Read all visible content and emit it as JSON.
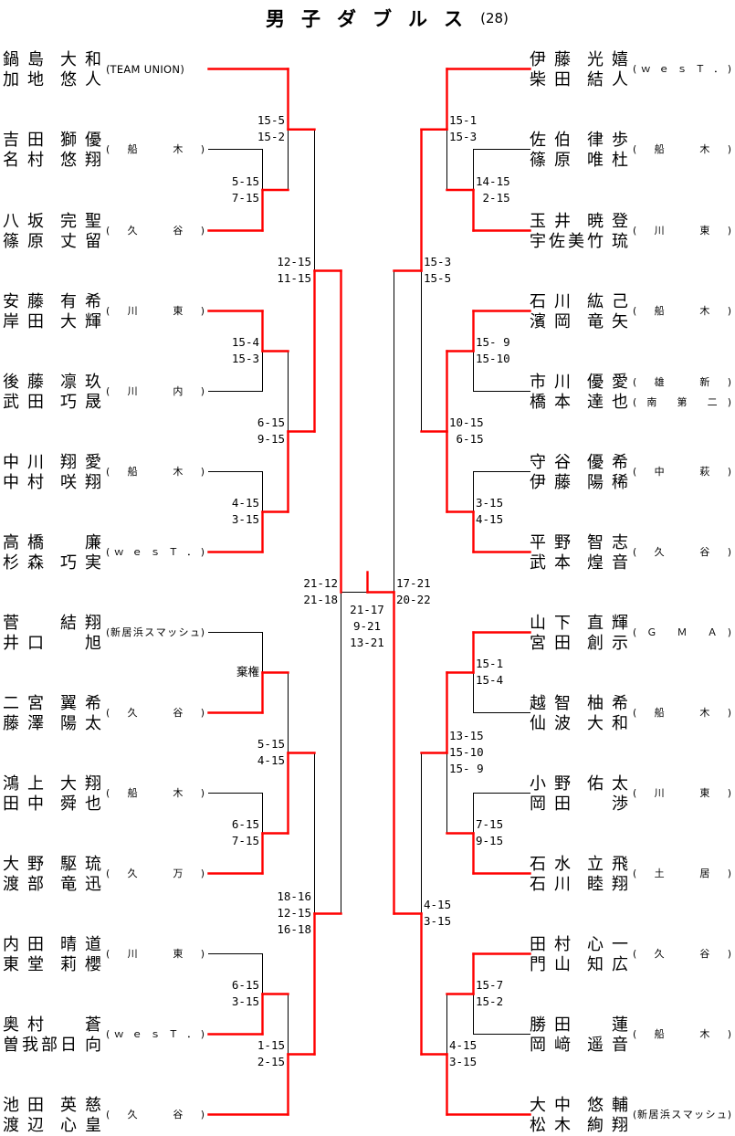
{
  "title": {
    "main": "男子ダブルス",
    "count": "(28)"
  },
  "colors": {
    "winner_line": "#ff0000",
    "line": "#000000"
  },
  "left_teams": [
    {
      "players": [
        {
          "family": "鍋島",
          "given": "大和"
        },
        {
          "family": "加地",
          "given": "悠人"
        }
      ],
      "affiliation": [
        "TEAM UNION"
      ]
    },
    {
      "players": [
        {
          "family": "吉田",
          "given": "獅優"
        },
        {
          "family": "名村",
          "given": "悠翔"
        }
      ],
      "affiliation": [
        "船木"
      ]
    },
    {
      "players": [
        {
          "family": "八坂",
          "given": "完聖"
        },
        {
          "family": "篠原",
          "given": "丈留"
        }
      ],
      "affiliation": [
        "久谷"
      ]
    },
    {
      "players": [
        {
          "family": "安藤",
          "given": "有希"
        },
        {
          "family": "岸田",
          "given": "大輝"
        }
      ],
      "affiliation": [
        "川東"
      ]
    },
    {
      "players": [
        {
          "family": "後藤",
          "given": "凛玖"
        },
        {
          "family": "武田",
          "given": "巧晟"
        }
      ],
      "affiliation": [
        "川内"
      ]
    },
    {
      "players": [
        {
          "family": "中川",
          "given": "翔愛"
        },
        {
          "family": "中村",
          "given": "咲翔"
        }
      ],
      "affiliation": [
        "船木"
      ]
    },
    {
      "players": [
        {
          "family": "高橋",
          "given": "廉"
        },
        {
          "family": "杉森",
          "given": "巧実"
        }
      ],
      "affiliation": [
        "ｗｅｓＴ．"
      ]
    },
    {
      "players": [
        {
          "family": "菅",
          "given": "結翔"
        },
        {
          "family": "井口",
          "given": "旭"
        }
      ],
      "affiliation": [
        "新居浜スマッシュ"
      ]
    },
    {
      "players": [
        {
          "family": "二宮",
          "given": "翼希"
        },
        {
          "family": "藤澤",
          "given": "陽太"
        }
      ],
      "affiliation": [
        "久谷"
      ]
    },
    {
      "players": [
        {
          "family": "鴻上",
          "given": "大翔"
        },
        {
          "family": "田中",
          "given": "舜也"
        }
      ],
      "affiliation": [
        "船木"
      ]
    },
    {
      "players": [
        {
          "family": "大野",
          "given": "駆琉"
        },
        {
          "family": "渡部",
          "given": "竜迅"
        }
      ],
      "affiliation": [
        "久万"
      ]
    },
    {
      "players": [
        {
          "family": "内田",
          "given": "晴道"
        },
        {
          "family": "東堂",
          "given": "莉櫻"
        }
      ],
      "affiliation": [
        "川東"
      ]
    },
    {
      "players": [
        {
          "family": "奥村",
          "given": "蒼"
        },
        {
          "family": "曽我部",
          "given": "日向"
        }
      ],
      "affiliation": [
        "ｗｅｓＴ．"
      ]
    },
    {
      "players": [
        {
          "family": "池田",
          "given": "英慈"
        },
        {
          "family": "渡辺",
          "given": "心皇"
        }
      ],
      "affiliation": [
        "久谷"
      ]
    }
  ],
  "right_teams": [
    {
      "players": [
        {
          "family": "伊藤",
          "given": "光嬉"
        },
        {
          "family": "柴田",
          "given": "結人"
        }
      ],
      "affiliation": [
        "ｗｅｓＴ．"
      ]
    },
    {
      "players": [
        {
          "family": "佐伯",
          "given": "律歩"
        },
        {
          "family": "篠原",
          "given": "唯杜"
        }
      ],
      "affiliation": [
        "船木"
      ]
    },
    {
      "players": [
        {
          "family": "玉井",
          "given": "暁登"
        },
        {
          "family": "宇佐美",
          "given": "竹琉"
        }
      ],
      "affiliation": [
        "川東"
      ]
    },
    {
      "players": [
        {
          "family": "石川",
          "given": "紘己"
        },
        {
          "family": "濱岡",
          "given": "竜矢"
        }
      ],
      "affiliation": [
        "船木"
      ]
    },
    {
      "players": [
        {
          "family": "市川",
          "given": "優愛"
        },
        {
          "family": "橋本",
          "given": "達也"
        }
      ],
      "affiliation": [
        "雄新",
        "南第二"
      ]
    },
    {
      "players": [
        {
          "family": "守谷",
          "given": "優希"
        },
        {
          "family": "伊藤",
          "given": "陽稀"
        }
      ],
      "affiliation": [
        "中萩"
      ]
    },
    {
      "players": [
        {
          "family": "平野",
          "given": "智志"
        },
        {
          "family": "武本",
          "given": "煌音"
        }
      ],
      "affiliation": [
        "久谷"
      ]
    },
    {
      "players": [
        {
          "family": "山下",
          "given": "直輝"
        },
        {
          "family": "宮田",
          "given": "創示"
        }
      ],
      "affiliation": [
        "ＧＭＡ"
      ]
    },
    {
      "players": [
        {
          "family": "越智",
          "given": "柚希"
        },
        {
          "family": "仙波",
          "given": "大和"
        }
      ],
      "affiliation": [
        "船木"
      ]
    },
    {
      "players": [
        {
          "family": "小野",
          "given": "佑太"
        },
        {
          "family": "岡田",
          "given": "渉"
        }
      ],
      "affiliation": [
        "川東"
      ]
    },
    {
      "players": [
        {
          "family": "石水",
          "given": "立飛"
        },
        {
          "family": "石川",
          "given": "睦翔"
        }
      ],
      "affiliation": [
        "土居"
      ]
    },
    {
      "players": [
        {
          "family": "田村",
          "given": "心一"
        },
        {
          "family": "門山",
          "given": "知広"
        }
      ],
      "affiliation": [
        "久谷"
      ]
    },
    {
      "players": [
        {
          "family": "勝田",
          "given": "蓮"
        },
        {
          "family": "岡﨑",
          "given": "遥音"
        }
      ],
      "affiliation": [
        "船木"
      ]
    },
    {
      "players": [
        {
          "family": "大中",
          "given": "悠輔"
        },
        {
          "family": "松木",
          "given": "絢翔"
        }
      ],
      "affiliation": [
        "新居浜スマッシュ"
      ]
    }
  ],
  "matches": {
    "L_r1_a": {
      "scores": [
        "5-15",
        "7-15"
      ],
      "winner": "bottom"
    },
    "L_r2_a": {
      "scores": [
        "15-5",
        "15-2"
      ],
      "winner": "top"
    },
    "L_r1_b": {
      "scores": [
        "15-4",
        "15-3"
      ],
      "winner": "top"
    },
    "L_r1_c": {
      "scores": [
        "4-15",
        "3-15"
      ],
      "winner": "bottom"
    },
    "L_r2_b": {
      "scores": [
        "6-15",
        "9-15"
      ],
      "winner": "bottom"
    },
    "L_r3_a": {
      "scores": [
        "12-15",
        "11-15"
      ],
      "winner": "bottom"
    },
    "L_r1_d": {
      "scores": [
        "棄権"
      ],
      "winner": "bottom"
    },
    "L_r1_e": {
      "scores": [
        "6-15",
        "7-15"
      ],
      "winner": "bottom"
    },
    "L_r2_c": {
      "scores": [
        "5-15",
        "4-15"
      ],
      "winner": "bottom"
    },
    "L_r1_f": {
      "scores": [
        "6-15",
        "3-15"
      ],
      "winner": "bottom"
    },
    "L_r2_d": {
      "scores": [
        "1-15",
        "2-15"
      ],
      "winner": "bottom"
    },
    "L_r3_b": {
      "scores": [
        "18-16",
        "12-15",
        "16-18"
      ],
      "winner": "bottom"
    },
    "L_semi": {
      "scores": [
        "21-12",
        "21-18"
      ],
      "winner": "top"
    },
    "R_r1_a": {
      "scores": [
        "14-15",
        " 2-15"
      ],
      "winner": "bottom"
    },
    "R_r2_a": {
      "scores": [
        "15-1",
        "15-3"
      ],
      "winner": "top"
    },
    "R_r1_b": {
      "scores": [
        "15- 9",
        "15-10"
      ],
      "winner": "top"
    },
    "R_r1_c": {
      "scores": [
        "3-15",
        "4-15"
      ],
      "winner": "bottom"
    },
    "R_r2_b": {
      "scores": [
        "10-15",
        " 6-15"
      ],
      "winner": "bottom"
    },
    "R_r3_a": {
      "scores": [
        "15-3",
        "15-5"
      ],
      "winner": "top"
    },
    "R_r1_d": {
      "scores": [
        "15-1",
        "15-4"
      ],
      "winner": "top"
    },
    "R_r1_e": {
      "scores": [
        "7-15",
        "9-15"
      ],
      "winner": "bottom"
    },
    "R_r2_c": {
      "scores": [
        "13-15",
        "15-10",
        "15- 9"
      ],
      "winner": "top"
    },
    "R_r1_f": {
      "scores": [
        "15-7",
        "15-2"
      ],
      "winner": "top"
    },
    "R_r2_d": {
      "scores": [
        "4-15",
        "3-15"
      ],
      "winner": "bottom"
    },
    "R_r3_b": {
      "scores": [
        "4-15",
        "3-15"
      ],
      "winner": "bottom"
    },
    "R_semi": {
      "scores": [
        "17-21",
        "20-22"
      ],
      "winner": "bottom"
    }
  },
  "final": {
    "scores": [
      "21-17",
      "9-21",
      "13-21"
    ],
    "winner": "right"
  }
}
